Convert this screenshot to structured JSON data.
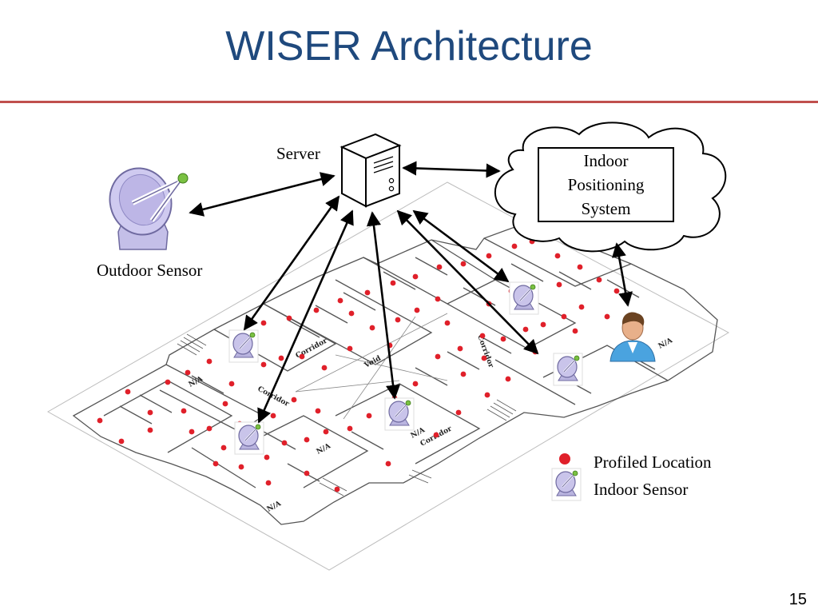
{
  "slide": {
    "title": "WISER Architecture",
    "page_number": "15"
  },
  "labels": {
    "server": "Server",
    "outdoor_sensor": "Outdoor Sensor",
    "ips_lines": [
      "Indoor",
      "Positioning",
      "System"
    ]
  },
  "floorplan": {
    "corridor_labels": [
      "Corridor",
      "Corridor",
      "Corridor",
      "Corridor"
    ],
    "void_label": "Void",
    "na_labels": [
      "N/A",
      "N/A",
      "N/A",
      "N/A",
      "N/A"
    ]
  },
  "legend": {
    "profiled_location": "Profiled Location",
    "indoor_sensor": "Indoor Sensor"
  },
  "colors": {
    "title": "#1f497d",
    "rule": "#c0504d",
    "profiled_dot": "#e0202a",
    "sensor_fill": "#c9c4ea",
    "sensor_dot": "#7ac142"
  }
}
